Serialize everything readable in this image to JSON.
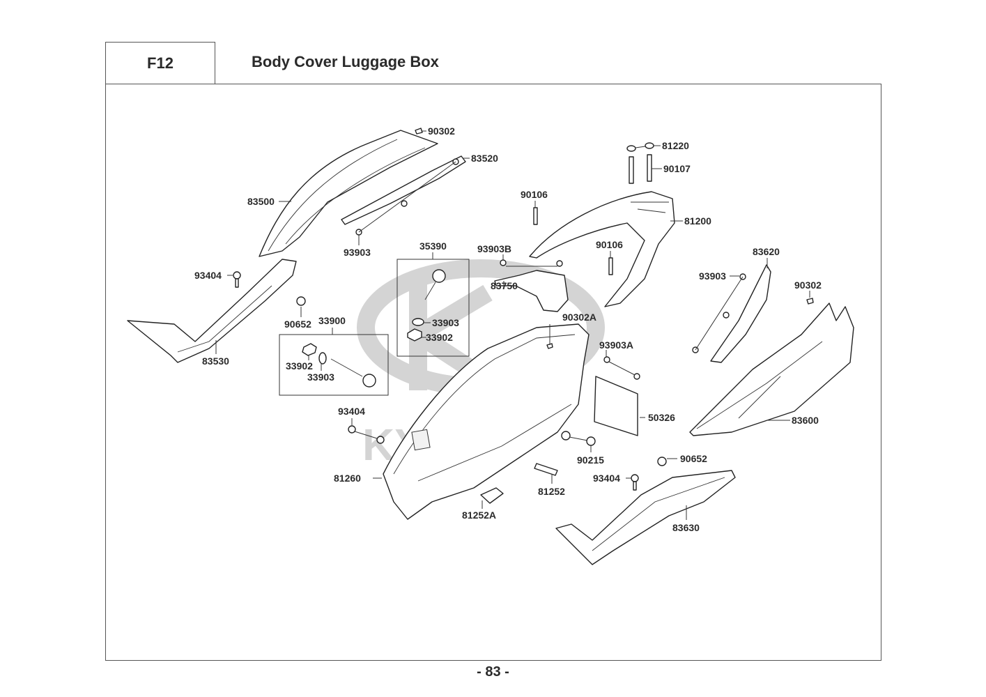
{
  "header": {
    "section_code": "F12",
    "title": "Body Cover  Luggage Box"
  },
  "watermark": {
    "brand": "KYMCO",
    "color": "#d4d4d4"
  },
  "footer": {
    "page_number": "- 83 -"
  },
  "groups": [
    {
      "label": "35390",
      "contains": [
        "33903",
        "33902"
      ]
    },
    {
      "label": "33900",
      "contains": [
        "33902",
        "33903"
      ]
    }
  ],
  "callouts": [
    {
      "id": "c01",
      "label": "90302",
      "part": "clip"
    },
    {
      "id": "c02",
      "label": "83520",
      "part": "trim strip"
    },
    {
      "id": "c03",
      "label": "83500",
      "part": "side cover"
    },
    {
      "id": "c04",
      "label": "93903",
      "part": "screw"
    },
    {
      "id": "c05",
      "label": "81220",
      "part": "cap"
    },
    {
      "id": "c06",
      "label": "90107",
      "part": "bolt"
    },
    {
      "id": "c07",
      "label": "90106",
      "part": "bolt"
    },
    {
      "id": "c08",
      "label": "81200",
      "part": "rear grip"
    },
    {
      "id": "c09",
      "label": "35390",
      "part": "socket assembly"
    },
    {
      "id": "c10",
      "label": "93903B",
      "part": "screw"
    },
    {
      "id": "c11",
      "label": "90106",
      "part": "bolt"
    },
    {
      "id": "c12",
      "label": "83620",
      "part": "trim strip"
    },
    {
      "id": "c13",
      "label": "93404",
      "part": "screw"
    },
    {
      "id": "c14",
      "label": "93903",
      "part": "screw"
    },
    {
      "id": "c15",
      "label": "90302",
      "part": "clip"
    },
    {
      "id": "c16",
      "label": "83750",
      "part": "cover"
    },
    {
      "id": "c17",
      "label": "90302A",
      "part": "clip"
    },
    {
      "id": "c18",
      "label": "33903",
      "part": "washer"
    },
    {
      "id": "c19",
      "label": "33902",
      "part": "nut"
    },
    {
      "id": "c20",
      "label": "90652",
      "part": "clip"
    },
    {
      "id": "c21",
      "label": "33900",
      "part": "socket assembly"
    },
    {
      "id": "c22",
      "label": "83530",
      "part": "floor side cover"
    },
    {
      "id": "c23",
      "label": "93903A",
      "part": "screw"
    },
    {
      "id": "c24",
      "label": "33902",
      "part": "nut"
    },
    {
      "id": "c25",
      "label": "33903",
      "part": "washer"
    },
    {
      "id": "c26",
      "label": "50326",
      "part": "panel"
    },
    {
      "id": "c27",
      "label": "83600",
      "part": "side cover"
    },
    {
      "id": "c28",
      "label": "93404",
      "part": "screw"
    },
    {
      "id": "c29",
      "label": "90215",
      "part": "nut"
    },
    {
      "id": "c30",
      "label": "90652",
      "part": "clip"
    },
    {
      "id": "c31",
      "label": "81260",
      "part": "luggage box"
    },
    {
      "id": "c32",
      "label": "93404",
      "part": "screw"
    },
    {
      "id": "c33",
      "label": "81252",
      "part": "pad"
    },
    {
      "id": "c34",
      "label": "81252A",
      "part": "pad"
    },
    {
      "id": "c35",
      "label": "83630",
      "part": "floor side cover"
    }
  ]
}
